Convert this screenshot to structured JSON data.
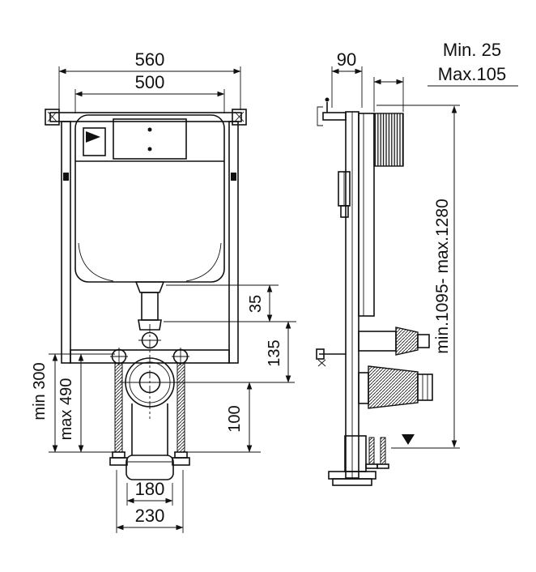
{
  "dims": {
    "d560": "560",
    "d500": "500",
    "d90": "90",
    "min25": "Min. 25",
    "max105": "Max.105",
    "height_range": "min.1095- max.1280",
    "min300": "min 300",
    "max490": "max 490",
    "d35": "35",
    "d135": "135",
    "d100": "100",
    "d180": "180",
    "d230": "230"
  }
}
